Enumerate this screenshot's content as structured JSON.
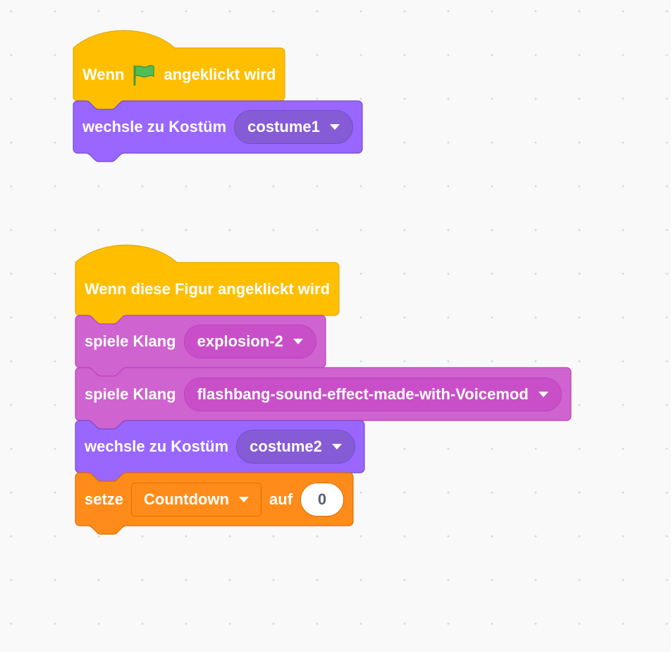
{
  "colors": {
    "events": "#FFBF00",
    "events_border": "#E6A800",
    "looks": "#9966FF",
    "looks_border": "#774DCB",
    "looks_dropdown": "#855CD6",
    "sound": "#CF63CF",
    "sound_border": "#BD42BD",
    "sound_dropdown": "#C94FC9",
    "variables": "#FF8C1A",
    "variables_border": "#DB6E00",
    "flag": "#4CBF56"
  },
  "scripts": [
    {
      "blocks": [
        {
          "type": "event_whenflagclicked",
          "text_before": "Wenn",
          "icon": "green-flag-icon",
          "text_after": "angeklickt wird"
        },
        {
          "type": "looks_switchcostumeto",
          "label": "wechsle zu Kostüm",
          "value": "costume1"
        }
      ]
    },
    {
      "blocks": [
        {
          "type": "event_whenthisspriteclicked",
          "label": "Wenn diese Figur angeklickt wird"
        },
        {
          "type": "sound_play",
          "label": "spiele Klang",
          "value": "explosion-2"
        },
        {
          "type": "sound_play",
          "label": "spiele Klang",
          "value": "flashbang-sound-effect-made-with-Voicemod"
        },
        {
          "type": "looks_switchcostumeto",
          "label": "wechsle zu Kostüm",
          "value": "costume2"
        },
        {
          "type": "data_setvariableto",
          "label": "setze",
          "variable": "Countdown",
          "label2": "auf",
          "value": "0"
        }
      ]
    }
  ]
}
